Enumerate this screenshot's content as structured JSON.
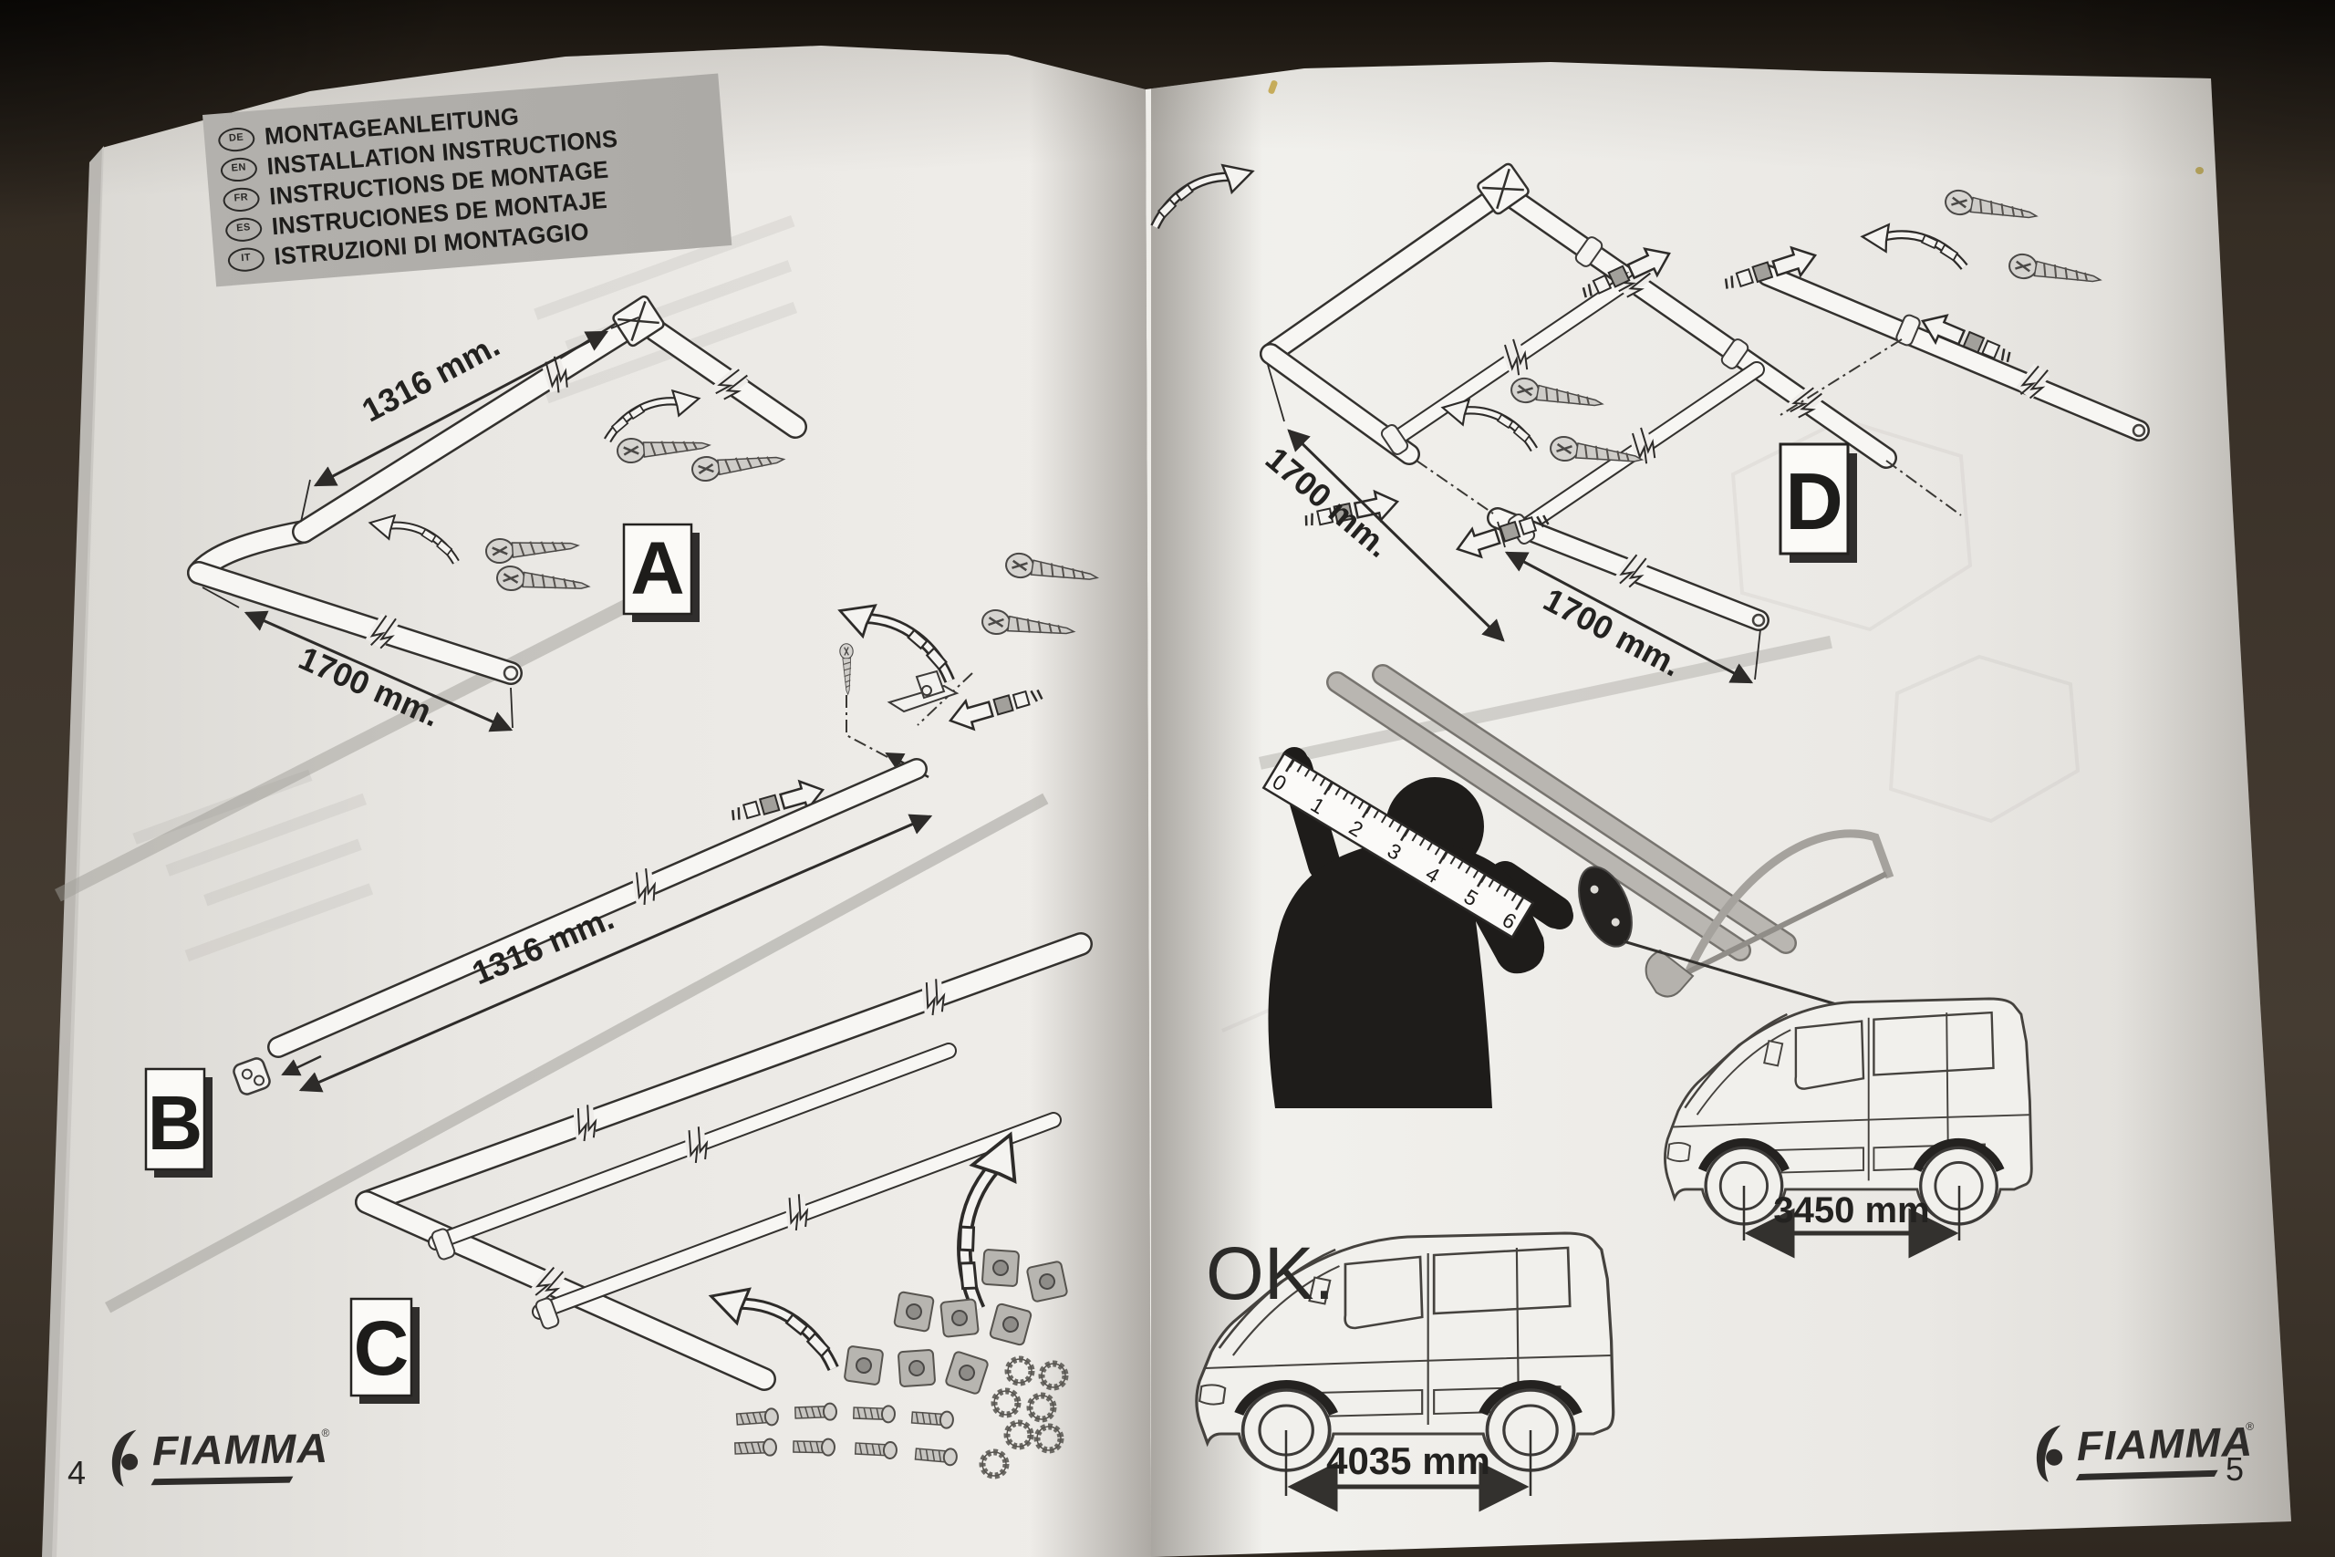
{
  "colors": {
    "background": "#3a322a",
    "paper": "#efeeea",
    "ink": "#2d2b29",
    "header_band": "#b3b1ad",
    "metal_gray": "#c9c7c3",
    "tube_gray": "#b4b1ac"
  },
  "header": {
    "languages": [
      {
        "code": "DE",
        "text": "MONTAGEANLEITUNG"
      },
      {
        "code": "EN",
        "text": "INSTALLATION INSTRUCTIONS"
      },
      {
        "code": "FR",
        "text": "INSTRUCTIONS DE MONTAGE"
      },
      {
        "code": "ES",
        "text": "INSTRUCIONES DE MONTAJE"
      },
      {
        "code": "IT",
        "text": "ISTRUZIONI DI MONTAGGIO"
      }
    ]
  },
  "diagrams": {
    "a": {
      "label": "A",
      "dim_top": "1316 mm.",
      "dim_side": "1700 mm."
    },
    "b": {
      "label": "B",
      "dim": "1316 mm."
    },
    "c": {
      "label": "C"
    },
    "d": {
      "label": "D",
      "dim_frame": "1700 mm.",
      "dim_extension": "1700 mm."
    }
  },
  "measuring": {
    "ruler_marks": [
      "0",
      "1",
      "2",
      "3",
      "4",
      "5",
      "6"
    ]
  },
  "vans": {
    "ok_label": "OK.",
    "wheelbase_short": "3450 mm",
    "wheelbase_long": "4035 mm"
  },
  "footer": {
    "brand": "FIAMMA",
    "registered_mark": "®",
    "left_page_number": "4",
    "right_page_number": "5"
  },
  "icons": {
    "fiamma-icon": "flame swoosh mark",
    "clip-arrow-icon": "curved insert arrow with rail segments",
    "slide-arrow-icon": "slide direction arrow with inserts",
    "screw-icon": "self-tapping screw",
    "nut-icon": "square slot nut",
    "washer-icon": "toothed lock washer",
    "bolt-icon": "short bolt",
    "hacksaw-icon": "hacksaw cutting tubes",
    "ruler-icon": "measuring ruler",
    "person-icon": "person silhouette measuring",
    "van-icon": "van side view"
  }
}
